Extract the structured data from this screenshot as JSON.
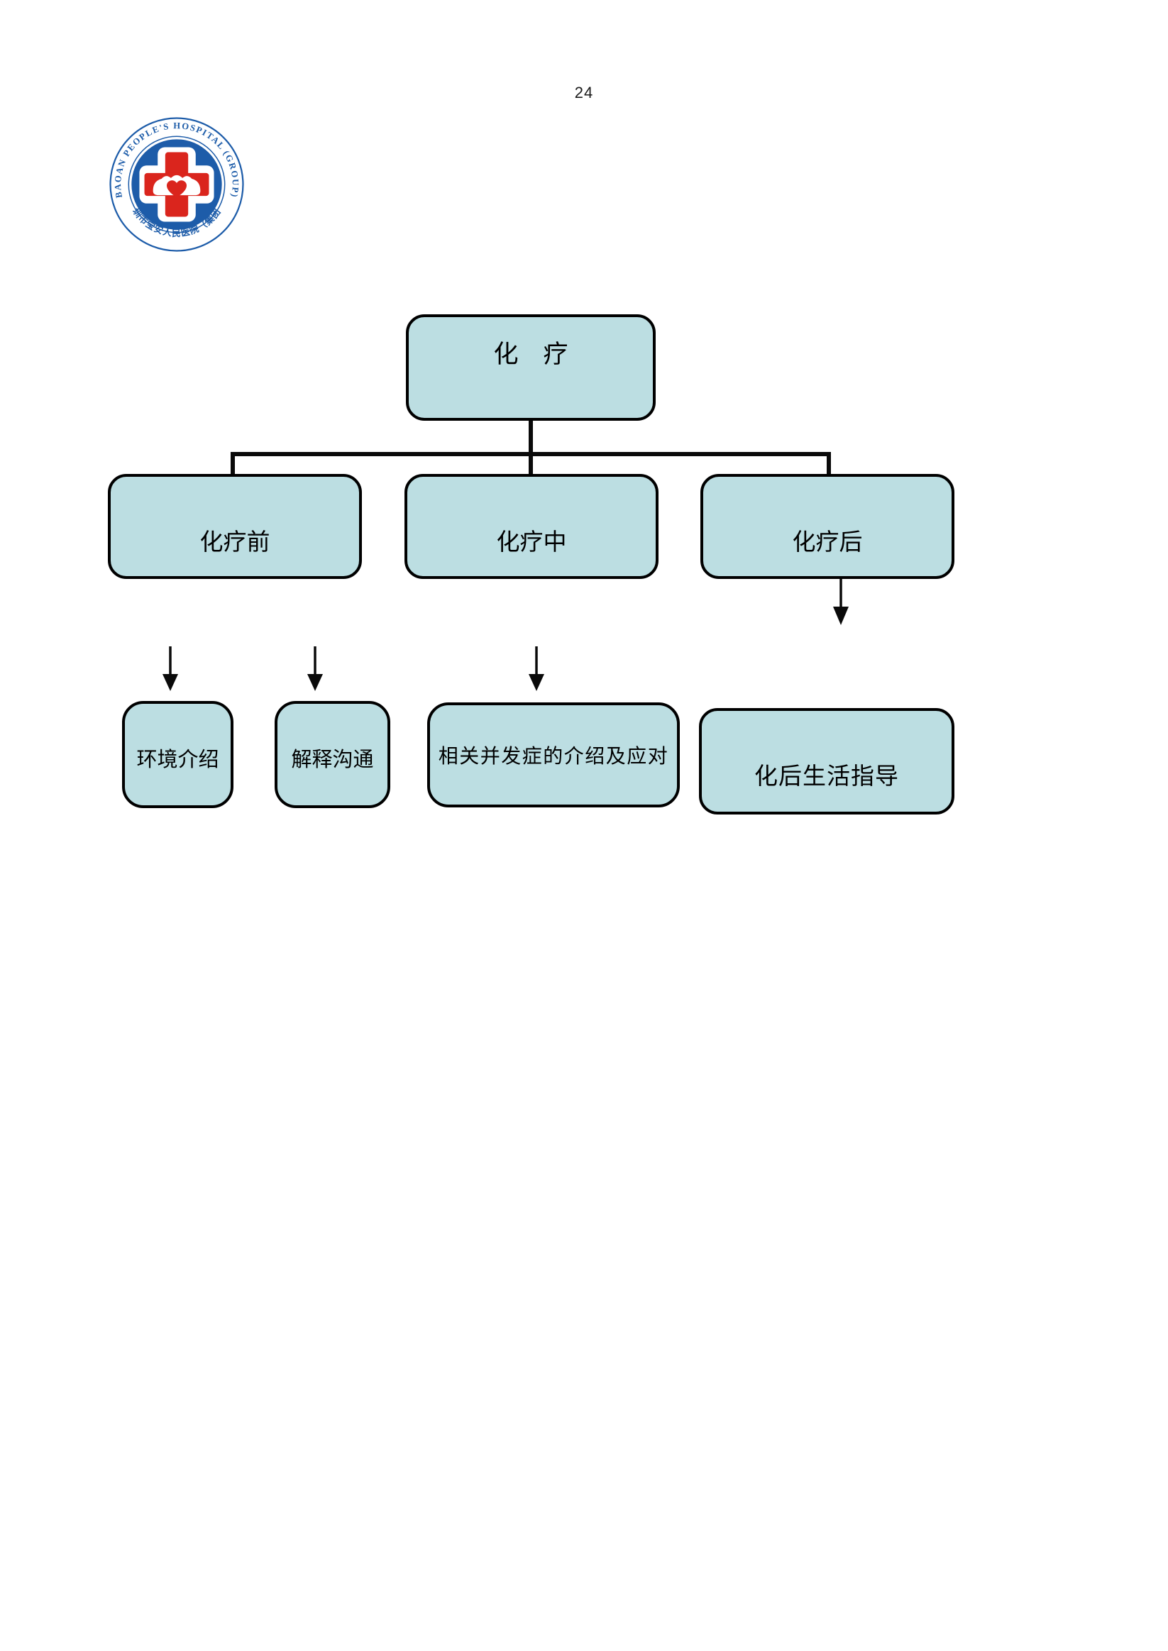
{
  "page": {
    "number": "24"
  },
  "logo": {
    "arc_top_text": "BAOAN PEOPLE'S HOSPITAL (GROUP)",
    "arc_bottom_text": "深圳市宝安人民医院（集团）",
    "colors": {
      "blue": "#1d5ca9",
      "red": "#da251d"
    }
  },
  "flowchart": {
    "root": {
      "label": "化　疗"
    },
    "level2": [
      {
        "label": "化疗前"
      },
      {
        "label": "化疗中"
      },
      {
        "label": "化疗后"
      }
    ],
    "level3": [
      {
        "label": "环境介绍"
      },
      {
        "label": "解释沟通"
      },
      {
        "label": "相关并发症的介绍及应对"
      },
      {
        "label": "化后生活指导"
      }
    ],
    "style": {
      "box_fill": "#bcdee2",
      "box_border": "#000000",
      "line_color": "#0a0a0a",
      "text_color": "#000000"
    }
  }
}
